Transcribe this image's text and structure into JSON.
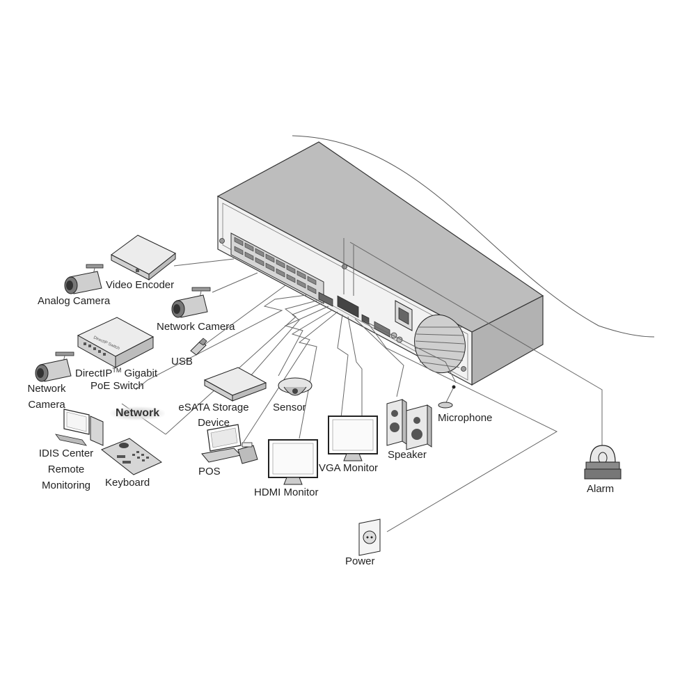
{
  "labels": {
    "video_encoder": "Video Encoder",
    "analog_camera": "Analog Camera",
    "network_camera_top": "Network Camera",
    "usb": "USB",
    "poe_switch_line1_a": "DirectIP",
    "poe_switch_tm": "TM",
    "poe_switch_line1_b": " Gigabit",
    "poe_switch_line2": "PoE Switch",
    "network_camera_left_line1": "Network",
    "network_camera_left_line2": "Camera",
    "network": "Network",
    "esata_line1": "eSATA Storage",
    "esata_line2": "Device",
    "sensor": "Sensor",
    "microphone": "Microphone",
    "speaker": "Speaker",
    "vga_monitor": "VGA Monitor",
    "hdmi_monitor": "HDMI Monitor",
    "pos": "POS",
    "keyboard": "Keyboard",
    "idis_line1": "IDIS Center",
    "idis_line2": "Remote",
    "idis_line3": "Monitoring",
    "alarm": "Alarm",
    "power": "Power",
    "switch_brand": "DirectIP Switch"
  }
}
